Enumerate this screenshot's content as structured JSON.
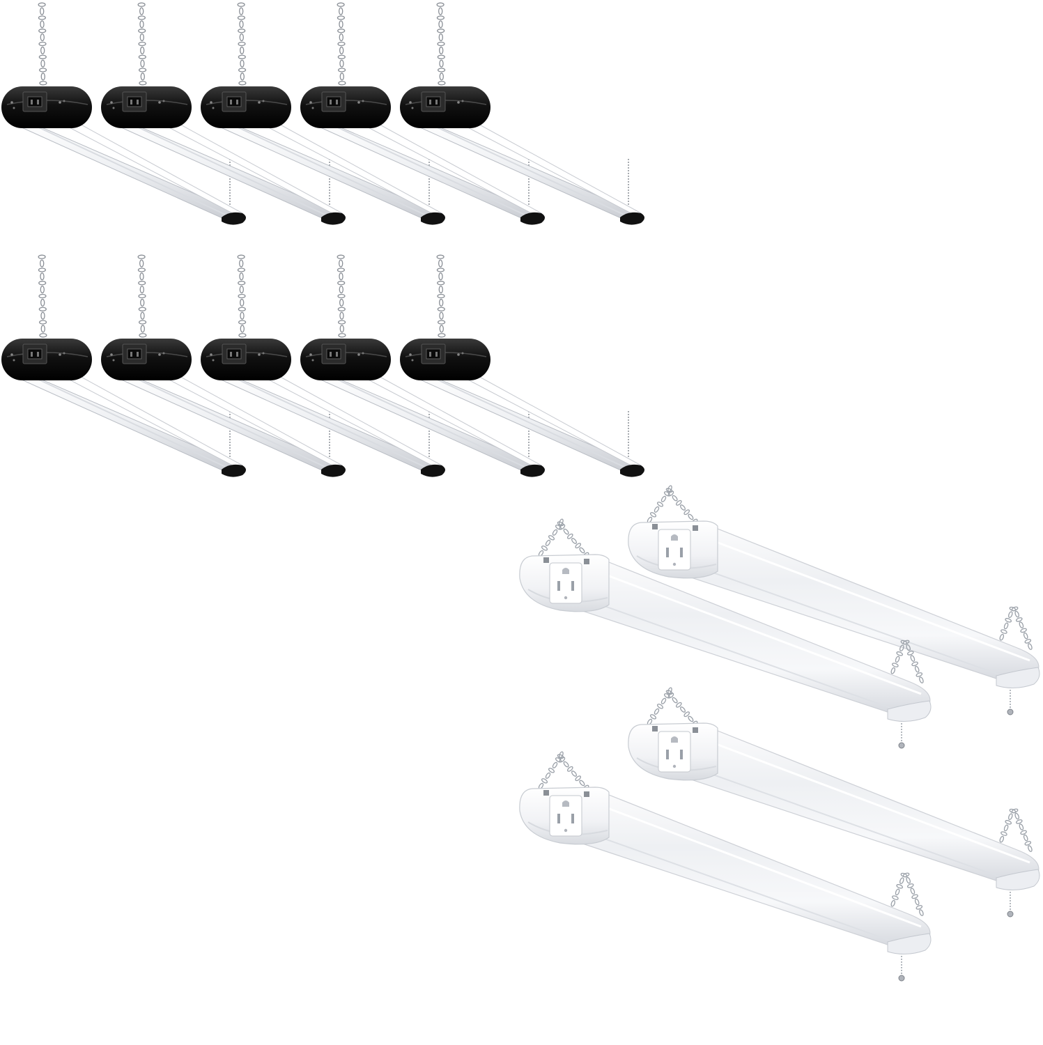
{
  "image": {
    "background_color": "#ffffff"
  },
  "black_fixture_set": {
    "rows": 2,
    "per_row": 5,
    "total": 10,
    "housing_color": "#111111",
    "lens_color": "#f4f5f7",
    "chain_color": "#8a8f96",
    "icons": [
      "hanging-chain-icon",
      "power-outlet-icon",
      "pull-chain-icon"
    ]
  },
  "white_fixture_set": {
    "total": 4,
    "housing_color": "#f7f8fa",
    "lens_color": "#eceef3",
    "outlet_color": "#ffffff",
    "chain_color": "#9aa0a8",
    "icons": [
      "hanging-chain-icon",
      "three-prong-outlet-icon",
      "pull-chain-icon"
    ]
  }
}
